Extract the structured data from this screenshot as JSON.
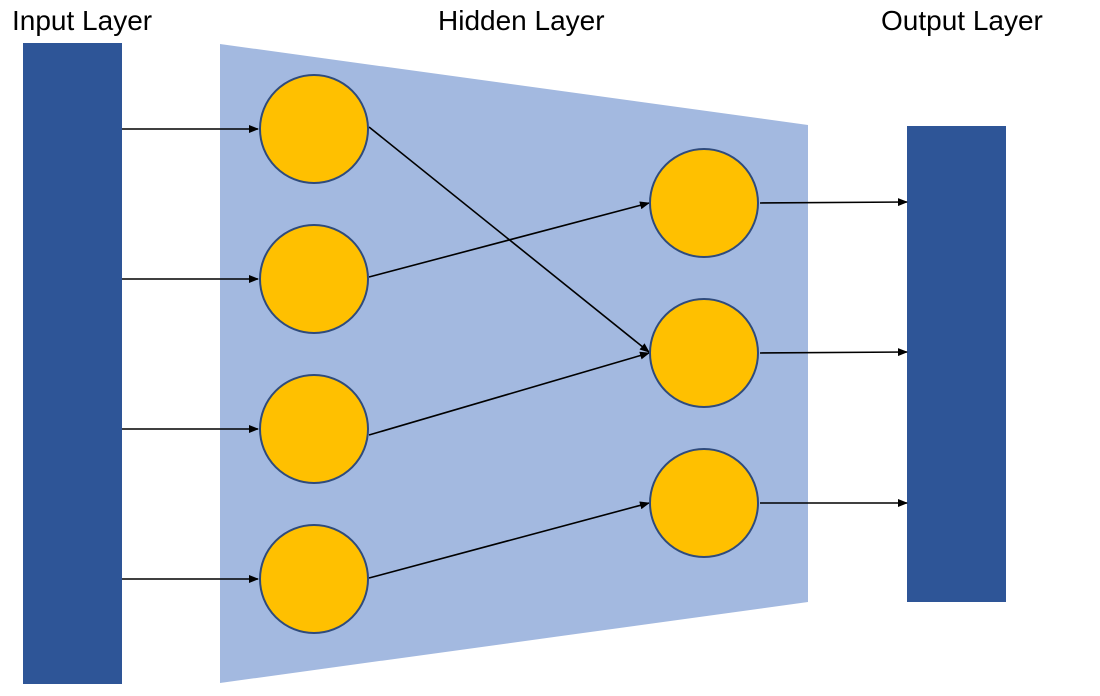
{
  "labels": {
    "input": "Input Layer",
    "hidden": "Hidden Layer",
    "output": "Output Layer"
  },
  "colors": {
    "layer_bar": "#2e5597",
    "hidden_region": "#a3b9e0",
    "node_fill": "#ffc000",
    "node_stroke": "#2f4b7c",
    "arrow": "#000000"
  },
  "structure": {
    "input_nodes": 4,
    "hidden_nodes_first_column": 4,
    "hidden_nodes_second_column": 3,
    "connections": [
      {
        "from": "input",
        "to": "h1-1"
      },
      {
        "from": "input",
        "to": "h1-2"
      },
      {
        "from": "input",
        "to": "h1-3"
      },
      {
        "from": "input",
        "to": "h1-4"
      },
      {
        "from": "h1-1",
        "to": "h2-2"
      },
      {
        "from": "h1-2",
        "to": "h2-1"
      },
      {
        "from": "h1-3",
        "to": "h2-2"
      },
      {
        "from": "h1-4",
        "to": "h2-3"
      },
      {
        "from": "h2-1",
        "to": "output"
      },
      {
        "from": "h2-2",
        "to": "output"
      },
      {
        "from": "h2-3",
        "to": "output"
      }
    ]
  }
}
